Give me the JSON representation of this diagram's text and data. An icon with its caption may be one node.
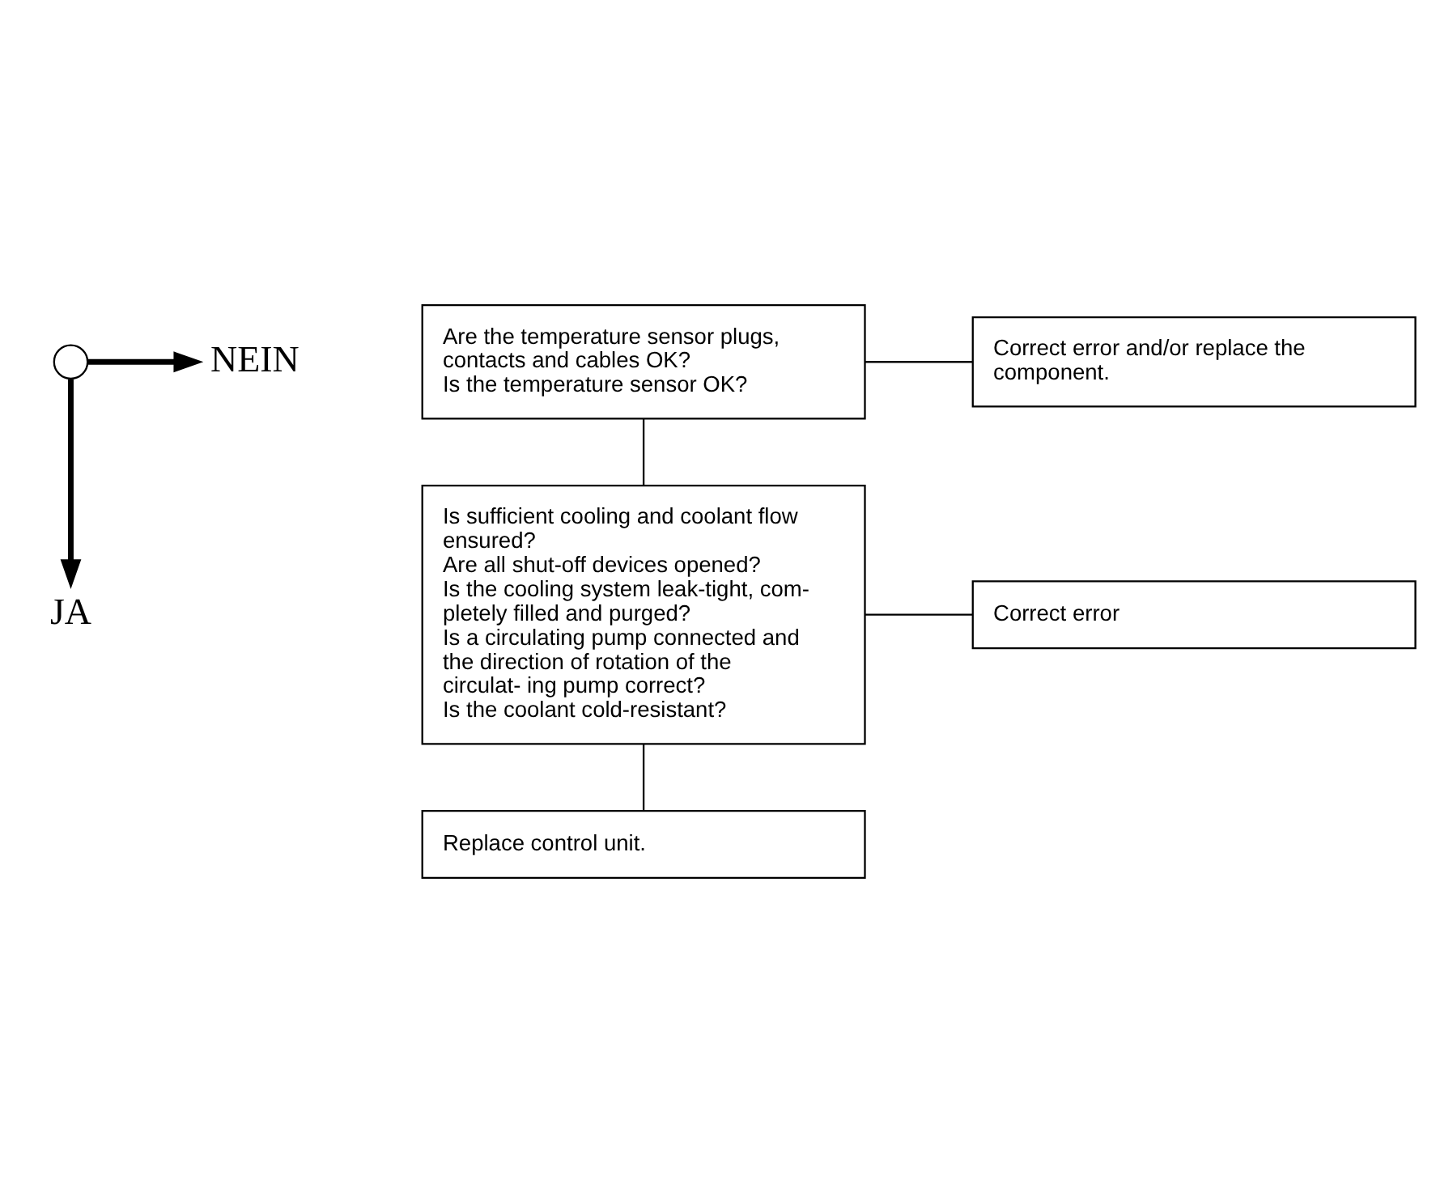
{
  "diagram": {
    "nodes": [
      {
        "text": [],
        "shape": "circle"
      },
      {
        "text": [
          "NEIN"
        ]
      },
      {
        "text": [
          "JA"
        ]
      },
      {
        "text": [
          "Are the temperature sensor plugs, contacts and cables OK?",
          "Is the temperature sensor OK?"
        ]
      },
      {
        "text": [
          "Correct error and/or replace the component."
        ]
      },
      {
        "text": [
          "Is sufficient cooling and coolant flow ensured?",
          "Are all shut-off devices opened?",
          "Is the cooling system leak-tight, com- pletely filled and purged?",
          "Is a circulating pump connected and the direction of rotation of the circulat- ing pump correct?",
          "Is the coolant cold-resistant?"
        ]
      },
      {
        "text": [
          "Correct error"
        ]
      },
      {
        "text": [
          "Replace control unit."
        ]
      }
    ],
    "edges": [
      {
        "from": 0,
        "to": 1,
        "arrow": "to",
        "style": "thick"
      },
      {
        "from": 0,
        "to": 2,
        "arrow": "to",
        "style": "thick"
      },
      {
        "from": 3,
        "to": 4,
        "arrow": "none"
      },
      {
        "from": 3,
        "to": 5,
        "arrow": "none"
      },
      {
        "from": 5,
        "to": 6,
        "arrow": "none"
      },
      {
        "from": 5,
        "to": 7,
        "arrow": "none"
      }
    ]
  }
}
